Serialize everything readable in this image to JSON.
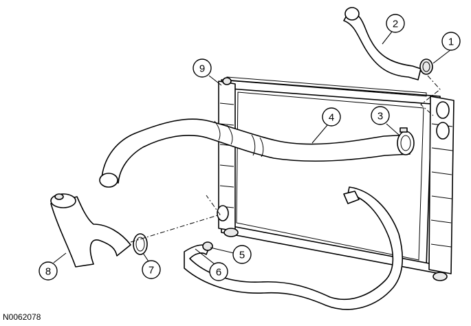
{
  "figure_id": "N0062078",
  "callouts": [
    {
      "label": "1",
      "part": "coolant-hose-clamp-upper"
    },
    {
      "label": "2",
      "part": "upper-bypass-hose"
    },
    {
      "label": "3",
      "part": "radiator-hose-clamp-upper"
    },
    {
      "label": "4",
      "part": "upper-radiator-hose"
    },
    {
      "label": "5",
      "part": "hose-clamp-lower"
    },
    {
      "label": "6",
      "part": "lower-bypass-hose"
    },
    {
      "label": "7",
      "part": "radiator-hose-clamp-lower"
    },
    {
      "label": "8",
      "part": "lower-radiator-hose"
    },
    {
      "label": "9",
      "part": "radiator"
    }
  ],
  "colors": {
    "line": "#000000",
    "background": "#ffffff"
  }
}
